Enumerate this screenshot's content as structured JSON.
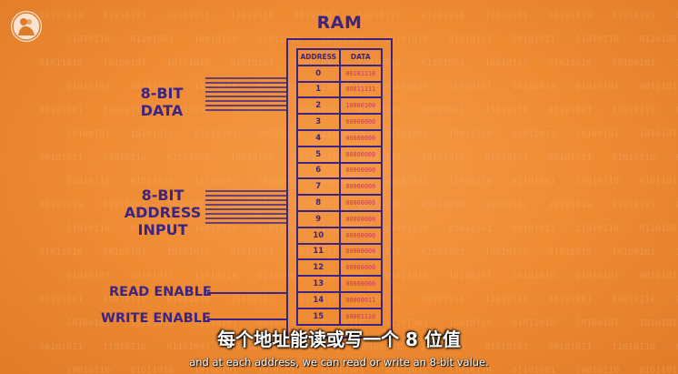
{
  "diagram": {
    "title": "RAM",
    "headers": {
      "address": "ADDRESS",
      "data": "DATA"
    },
    "rows": [
      {
        "address": "0",
        "value": "00101110"
      },
      {
        "address": "1",
        "value": "00011111"
      },
      {
        "address": "2",
        "value": "10000100"
      },
      {
        "address": "3",
        "value": "00000000"
      },
      {
        "address": "4",
        "value": "00000000"
      },
      {
        "address": "5",
        "value": "00000000"
      },
      {
        "address": "6",
        "value": "00000000"
      },
      {
        "address": "7",
        "value": "00000000"
      },
      {
        "address": "8",
        "value": "00000000"
      },
      {
        "address": "9",
        "value": "00000000"
      },
      {
        "address": "10",
        "value": "00000000"
      },
      {
        "address": "11",
        "value": "00000000"
      },
      {
        "address": "12",
        "value": "00000000"
      },
      {
        "address": "13",
        "value": "00000000"
      },
      {
        "address": "14",
        "value": "00000011"
      },
      {
        "address": "15",
        "value": "00001110"
      }
    ],
    "labels": {
      "data_line1": "8-BIT",
      "data_line2": "DATA",
      "addr_line1": "8-BIT",
      "addr_line2": "ADDRESS",
      "addr_line3": "INPUT",
      "read_enable": "READ ENABLE",
      "write_enable": "WRITE ENABLE"
    },
    "background_bits": [
      "10101010",
      "01010101",
      "00101011",
      "11010110",
      "01101001",
      "10010110",
      "01011010",
      "10100101"
    ]
  },
  "subtitles": {
    "chinese": "每个地址能读或写一个 8 位值",
    "english": "and at each address, we can read or write an 8-bit value."
  },
  "logo": {
    "icon": "pbs-logo-icon"
  },
  "colors": {
    "background": "#ee8a32",
    "ink": "#3b2484",
    "value": "#d8288f",
    "subtitle": "#ffffff"
  }
}
